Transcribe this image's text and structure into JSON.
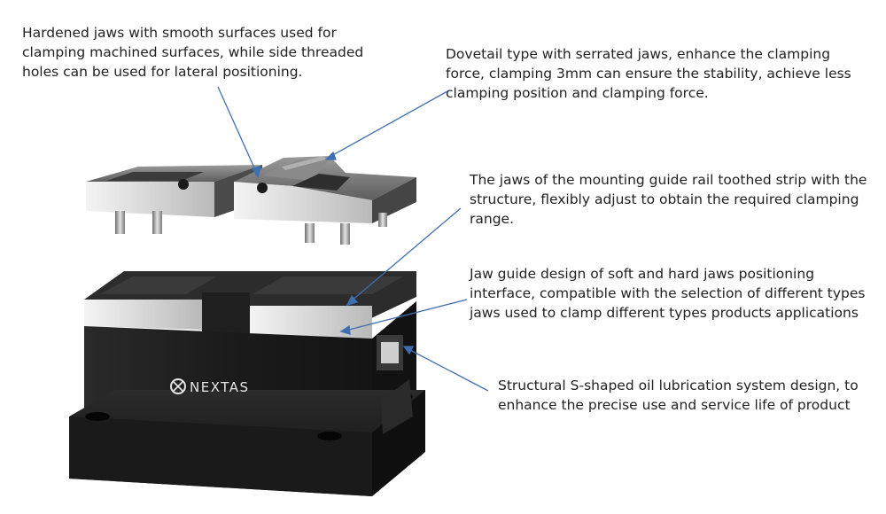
{
  "annotations": [
    "Hardened jaws with smooth surfaces used for clamping machined surfaces, while side threaded holes can be used for lateral positioning.",
    "Dovetail type with serrated jaws, enhance the clamping force, clamping 3mm can ensure the stability, achieve less clamping position and clamping force.",
    "The jaws of the mounting guide rail toothed strip with the structure, flexibly adjust to obtain the required clamping range.",
    "Jaw guide design of soft and hard jaws positioning interface, compatible with the selection of different types jaws used to clamp different types products applications",
    "Structural S-shaped oil lubrication system design, to enhance the precise use and service life of product"
  ],
  "brand": {
    "logo_text": "NEXTAS"
  },
  "colors": {
    "leader_line": "#3f6fb0",
    "body_dark": "#1c1c1d",
    "steel_light": "#e6e6e6"
  }
}
